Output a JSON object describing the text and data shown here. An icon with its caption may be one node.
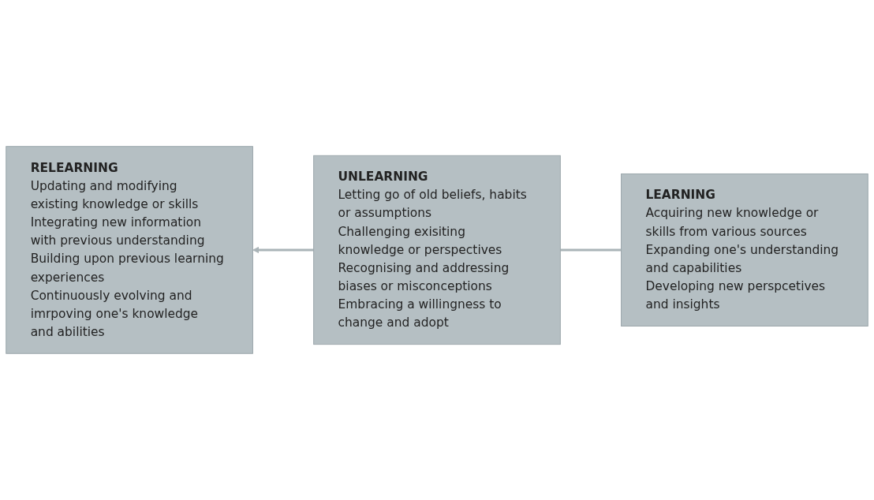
{
  "diagram": {
    "nodes": [
      {
        "text": [
          "RELEARNING",
          "Updating and modifying existing knowledge or skills",
          "Integrating new information with previous understanding",
          "Building upon previous learning experiences",
          "Continuously evolving and imrpoving one's knowledge and abilities"
        ]
      },
      {
        "text": [
          "UNLEARNING",
          "Letting go of old beliefs, habits or assumptions",
          "Challenging exisiting knowledge or perspectives",
          "Recognising and addressing biases or misconceptions",
          "Embracing a willingness to change and adopt"
        ]
      },
      {
        "text": [
          "LEARNING",
          "Acquiring new knowledge or skills from various sources",
          "Expanding one's understanding and capabilities",
          "Developing new perspcetives and insights"
        ]
      }
    ],
    "edges": [
      {
        "from": 2,
        "to": 1,
        "arrow": "none"
      },
      {
        "from": 1,
        "to": 0,
        "arrow": "to"
      }
    ]
  }
}
